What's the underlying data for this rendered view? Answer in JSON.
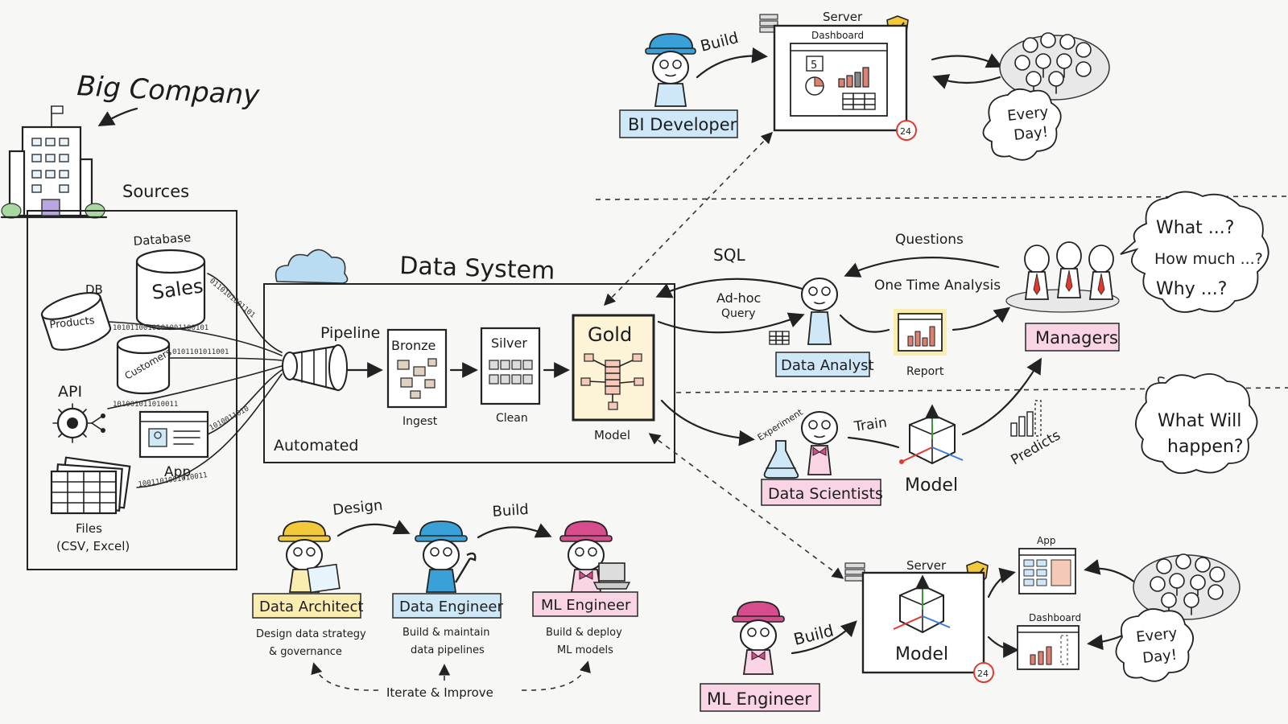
{
  "colors": {
    "blue": "#3aa0d8",
    "yellow": "#f2c93a",
    "pink": "#d64c8c",
    "gold_bg": "#fdf4d7",
    "red": "#e03a2f",
    "highlight_blue": "#cfe8f7",
    "highlight_yellow": "#fbedb0",
    "highlight_pink": "#f8d4e4",
    "cloud": "#b9dcf2"
  },
  "company": {
    "title": "Big Company",
    "sources_label": "Sources"
  },
  "sources": {
    "database_label": "Database",
    "sales": "Sales",
    "db_label": "DB",
    "products": "Products",
    "customers": "Customers",
    "api": "API",
    "app": "App",
    "files_line1": "Files",
    "files_line2": "(CSV, Excel)"
  },
  "data_system": {
    "title": "Data System",
    "pipeline": "Pipeline",
    "automated": "Automated",
    "bronze": "Bronze",
    "bronze_sub": "Ingest",
    "silver": "Silver",
    "silver_sub": "Clean",
    "gold": "Gold",
    "gold_sub": "Model"
  },
  "bi": {
    "role": "BI Developer",
    "build": "Build",
    "server": "Server",
    "dashboard": "Dashboard",
    "kpi": "5",
    "badge": "24",
    "every1": "Every",
    "every2": "Day!"
  },
  "analyst": {
    "sql": "SQL",
    "adhoc1": "Ad-hoc",
    "adhoc2": "Query",
    "role": "Data Analyst",
    "questions": "Questions",
    "one_time": "One Time Analysis",
    "report": "Report"
  },
  "managers": {
    "role": "Managers",
    "q1": "What ...?",
    "q2": "How much ...?",
    "q3": "Why ...?",
    "future1": "What Will",
    "future2": "happen?"
  },
  "scientist": {
    "experiment": "Experiment",
    "train": "Train",
    "role": "Data Scientists",
    "model": "Model",
    "predicts": "Predicts"
  },
  "team": {
    "design": "Design",
    "build": "Build",
    "architect": "Data Architect",
    "architect_desc1": "Design data strategy",
    "architect_desc2": "& governance",
    "engineer": "Data Engineer",
    "engineer_desc1": "Build & maintain",
    "engineer_desc2": "data pipelines",
    "ml": "ML Engineer",
    "ml_desc1": "Build & deploy",
    "ml_desc2": "ML models",
    "iterate": "Iterate & Improve"
  },
  "ml_deploy": {
    "role": "ML Engineer",
    "build": "Build",
    "server": "Server",
    "model": "Model",
    "badge": "24",
    "app": "App",
    "dashboard": "Dashboard",
    "every1": "Every",
    "every2": "Day!"
  }
}
